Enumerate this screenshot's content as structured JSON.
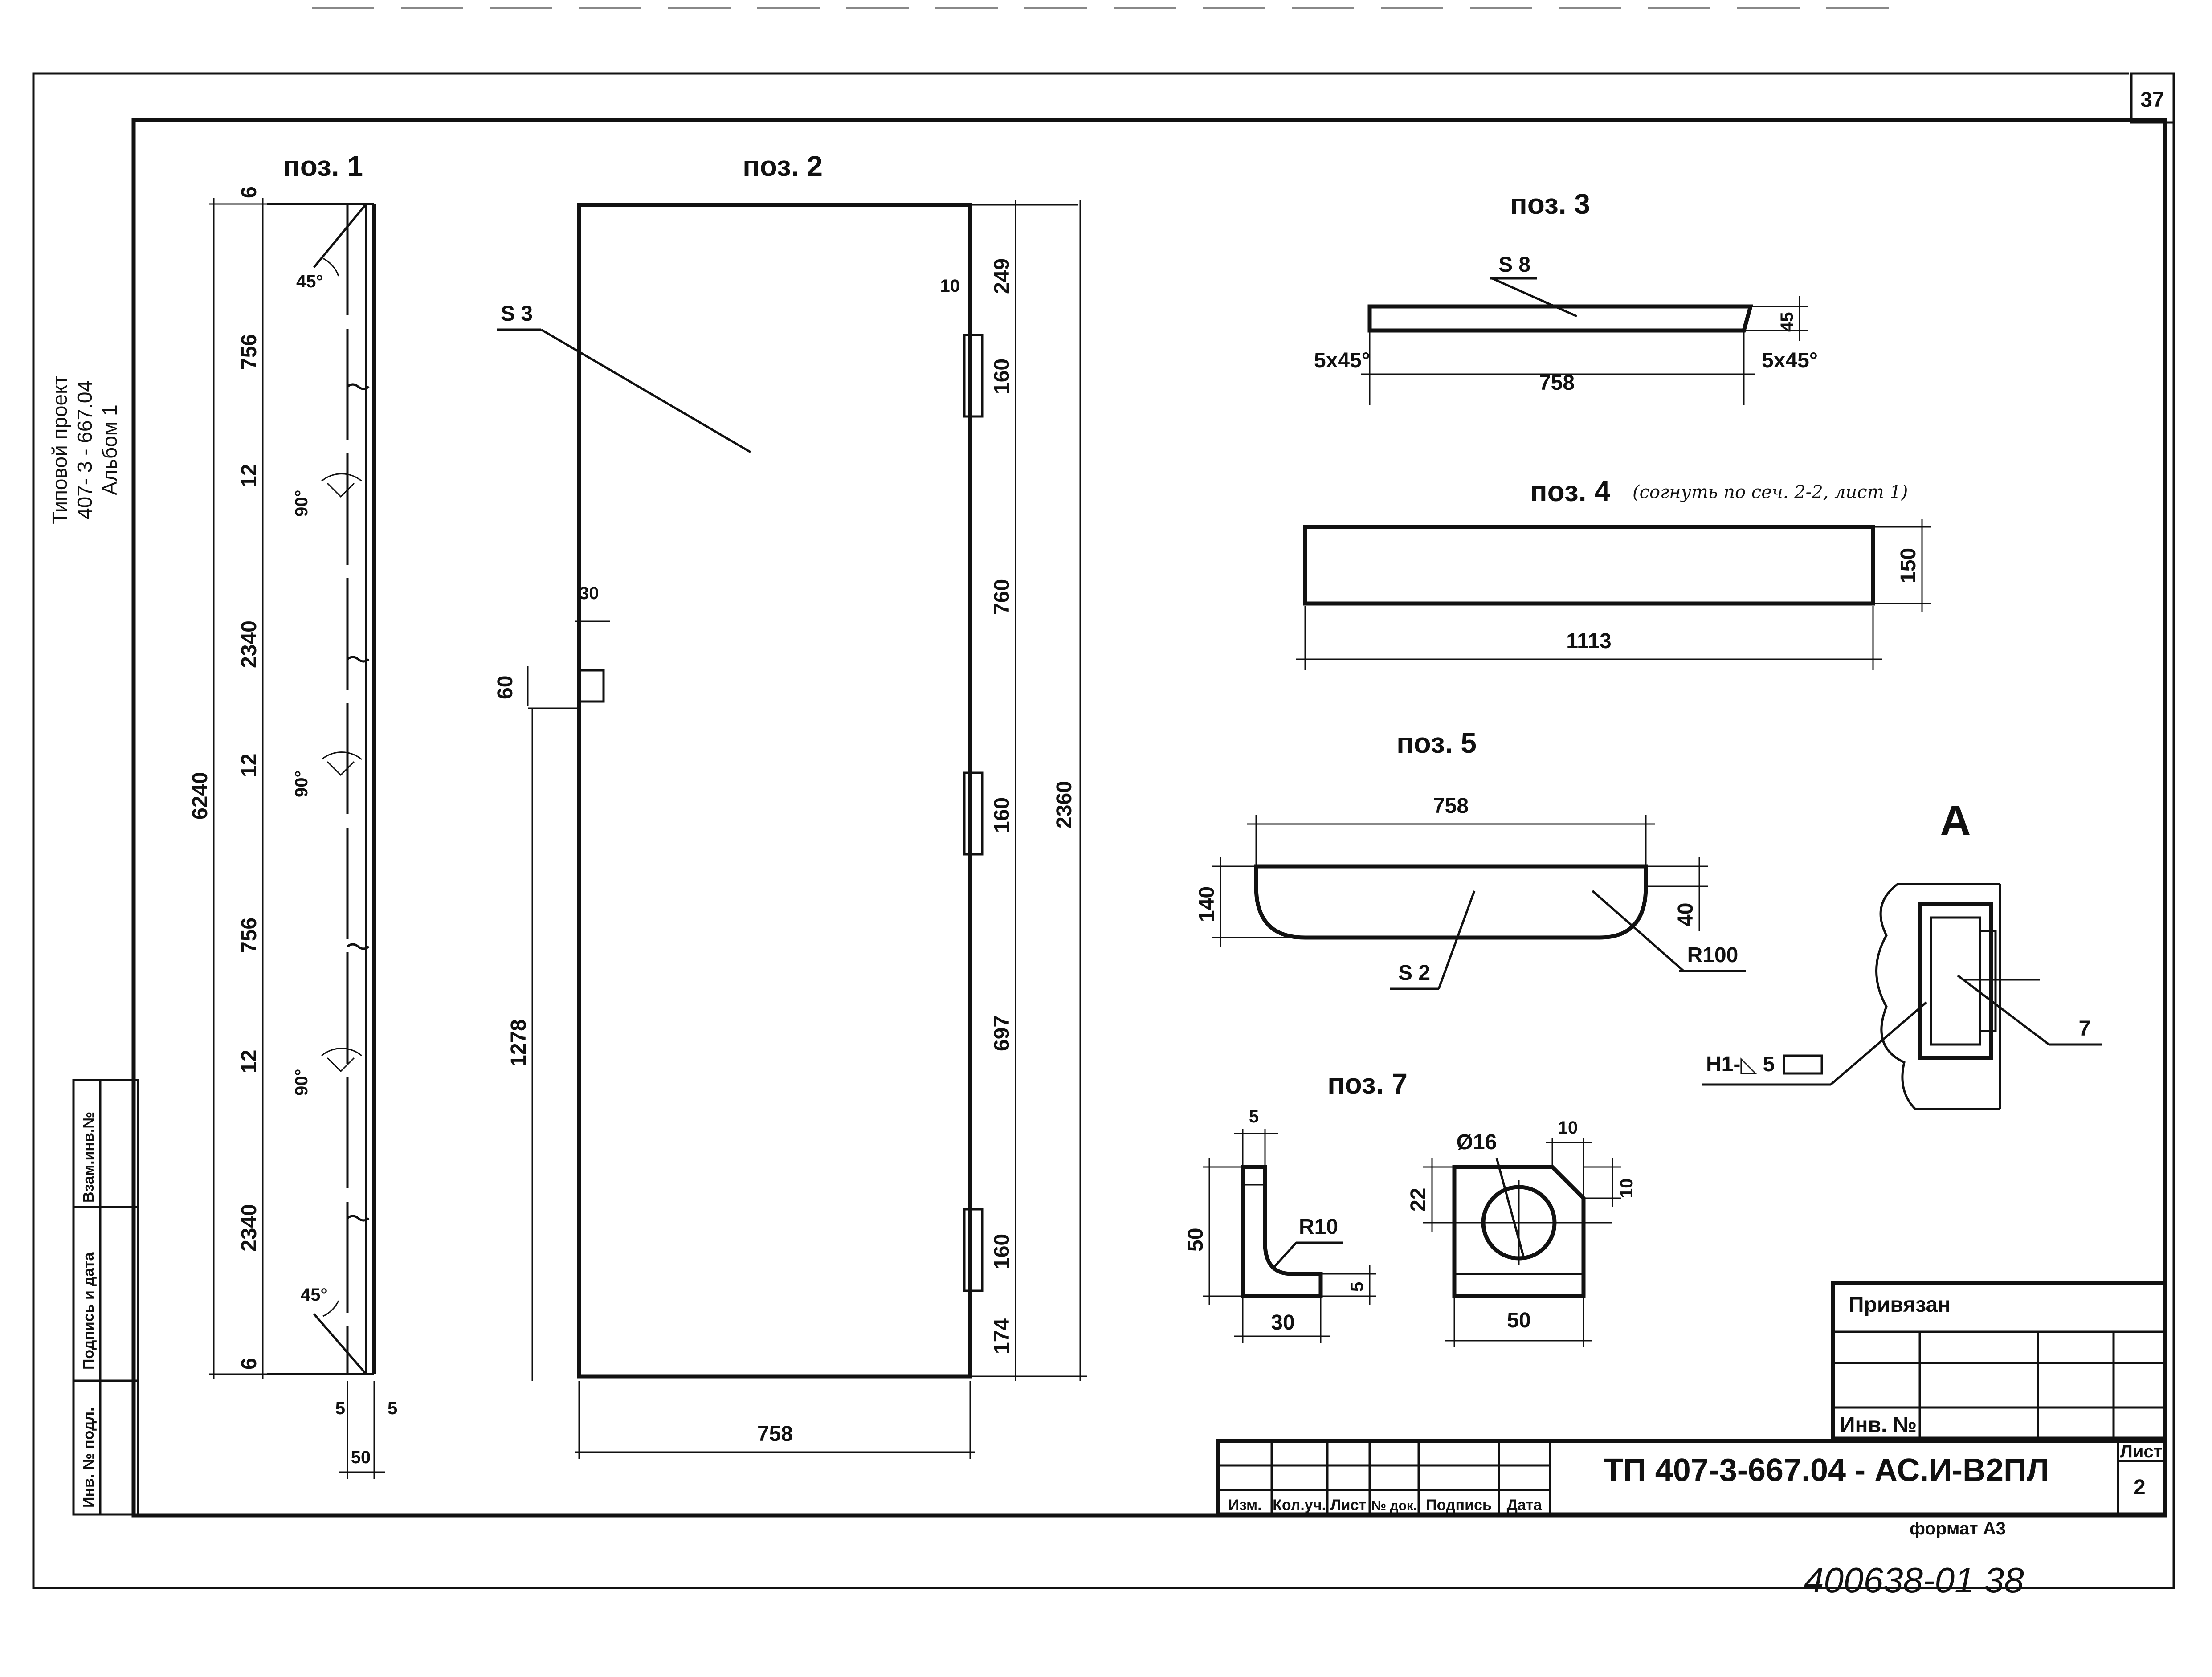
{
  "sheet_corner_number": "37",
  "side_title": [
    "Типовой проект",
    "407- 3 - 667.04",
    "Альбом 1"
  ],
  "left_stamp": {
    "vzam": "Взам.инв.№",
    "podpis": "Подпись и дата",
    "inv": "Инв. № подл."
  },
  "pos1": {
    "title": "поз. 1",
    "dims": [
      "6",
      "756",
      "12",
      "2340",
      "12",
      "756",
      "12",
      "2340",
      "6",
      "6240",
      "5",
      "5",
      "50"
    ],
    "angles": [
      "45°",
      "90°",
      "90°",
      "90°",
      "45°"
    ]
  },
  "pos2": {
    "title": "поз. 2",
    "material": "S 3",
    "dims_right": [
      "249",
      "160",
      "760",
      "160",
      "697",
      "160",
      "174"
    ],
    "overall": "2360",
    "small": [
      "10",
      "30",
      "60"
    ],
    "height_left": "1278",
    "width": "758"
  },
  "pos3": {
    "title": "поз. 3",
    "material": "S 8",
    "chamfer_l": "5x45°",
    "chamfer_r": "5x45°",
    "height": "45",
    "length": "758"
  },
  "pos4": {
    "title": "поз. 4",
    "note": "(согнуть по сеч. 2-2, лист 1)",
    "height": "150",
    "length": "1113"
  },
  "pos5": {
    "title": "поз. 5",
    "length": "758",
    "height": "140",
    "inner": "40",
    "radius": "R100",
    "material": "S 2"
  },
  "pos7": {
    "title": "поз. 7",
    "dims": [
      "5",
      "50",
      "R10",
      "5",
      "30"
    ],
    "hole": "Ø16",
    "dims2": [
      "10",
      "22",
      "10",
      "50"
    ]
  },
  "detail_a": {
    "title": "А",
    "weld": "Н1-◺ 5",
    "ref": "7"
  },
  "title_block": {
    "privyazan": "Привязан",
    "inv": "Инв. №",
    "code": "ТП   407-3-667.04 - АС.И-В2ПЛ",
    "list_label": "Лист",
    "list_value": "2",
    "headers": [
      "Изм.",
      "Кол.уч.",
      "Лист",
      "№ док.",
      "Подпись",
      "Дата"
    ]
  },
  "format": "формат А3",
  "handwritten": "400638-01   38"
}
